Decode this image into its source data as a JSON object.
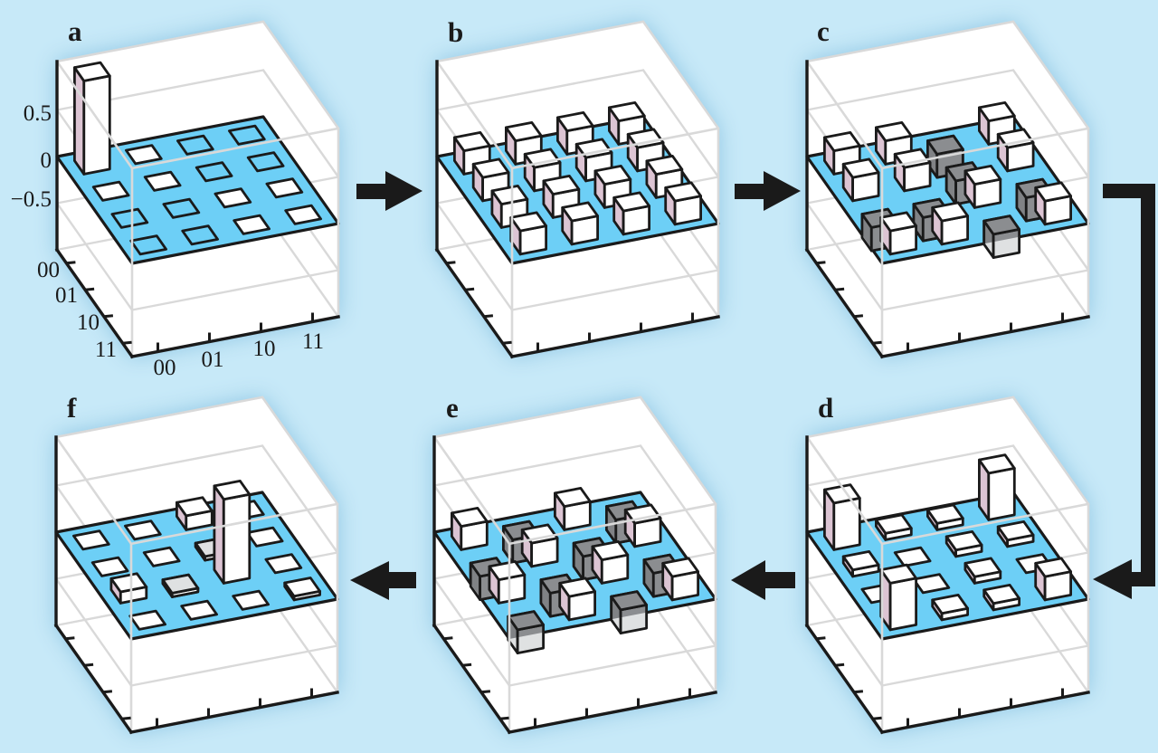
{
  "colors": {
    "background": "#c7e9f8",
    "box_shadow": "#8cc4e2",
    "box_fill": "#ffffff",
    "gridline": "#d9d9d9",
    "axis": "#1a1a1a",
    "plane": "#6dcff6",
    "bar_top": "#ffffff",
    "bar_front": "#ffffff",
    "bar_side": "#dcc4d3",
    "neg_dark": "#8b8d90",
    "neg_dark_side": "#808285",
    "neg_light": "#dfe1e2",
    "arrow": "#1a1a1a"
  },
  "chart_data": [
    {
      "type": "bar3d",
      "label": "a",
      "zlim": [
        -1,
        1
      ],
      "z_ticks": [
        0.5,
        0,
        -0.5
      ],
      "z_tick_labels": [
        "0.5",
        "0",
        "−0.5"
      ],
      "row_tick_labels": [
        "00",
        "01",
        "10",
        "11"
      ],
      "col_tick_labels": [
        "00",
        "01",
        "10",
        "11"
      ],
      "values": [
        [
          1.0,
          0.005,
          -0.005,
          -0.005
        ],
        [
          0.005,
          0.005,
          -0.005,
          -0.005
        ],
        [
          -0.005,
          -0.005,
          0.005,
          0.005
        ],
        [
          -0.005,
          -0.005,
          0.005,
          0.005
        ]
      ]
    },
    {
      "type": "bar3d",
      "label": "b",
      "values": [
        [
          0.25,
          0.25,
          0.25,
          0.25
        ],
        [
          0.25,
          0.25,
          0.25,
          0.25
        ],
        [
          0.25,
          0.25,
          0.25,
          0.25
        ],
        [
          0.25,
          0.25,
          0.25,
          0.25
        ]
      ]
    },
    {
      "type": "bar3d",
      "label": "c",
      "values": [
        [
          0.25,
          0.25,
          -0.25,
          0.25
        ],
        [
          0.25,
          0.25,
          -0.25,
          0.25
        ],
        [
          -0.25,
          -0.25,
          0.25,
          -0.25
        ],
        [
          0.25,
          0.25,
          -0.25,
          0.25
        ]
      ]
    },
    {
      "type": "bar3d",
      "label": "d",
      "values": [
        [
          0.5,
          0.07,
          0.07,
          0.5
        ],
        [
          0.07,
          0.005,
          0.07,
          0.07
        ],
        [
          0.005,
          0.005,
          0.07,
          0.005
        ],
        [
          0.5,
          0.07,
          0.07,
          0.25
        ]
      ]
    },
    {
      "type": "bar3d",
      "label": "e",
      "values": [
        [
          0.25,
          -0.25,
          0.25,
          -0.25
        ],
        [
          -0.25,
          0.25,
          -0.25,
          0.25
        ],
        [
          0.25,
          -0.25,
          0.25,
          -0.25
        ],
        [
          -0.25,
          0.25,
          -0.25,
          0.25
        ]
      ]
    },
    {
      "type": "bar3d",
      "label": "f",
      "values": [
        [
          0.005,
          0.005,
          0.15,
          0.005
        ],
        [
          0.005,
          0.005,
          -0.04,
          0.005
        ],
        [
          0.12,
          -0.04,
          0.9,
          0.005
        ],
        [
          0.005,
          0.005,
          0.005,
          0.04
        ]
      ]
    }
  ],
  "arrows": [
    "arrow-right-icon",
    "arrow-right-icon",
    "arrow-elbow-down-left-icon",
    "arrow-left-icon",
    "arrow-left-icon"
  ]
}
